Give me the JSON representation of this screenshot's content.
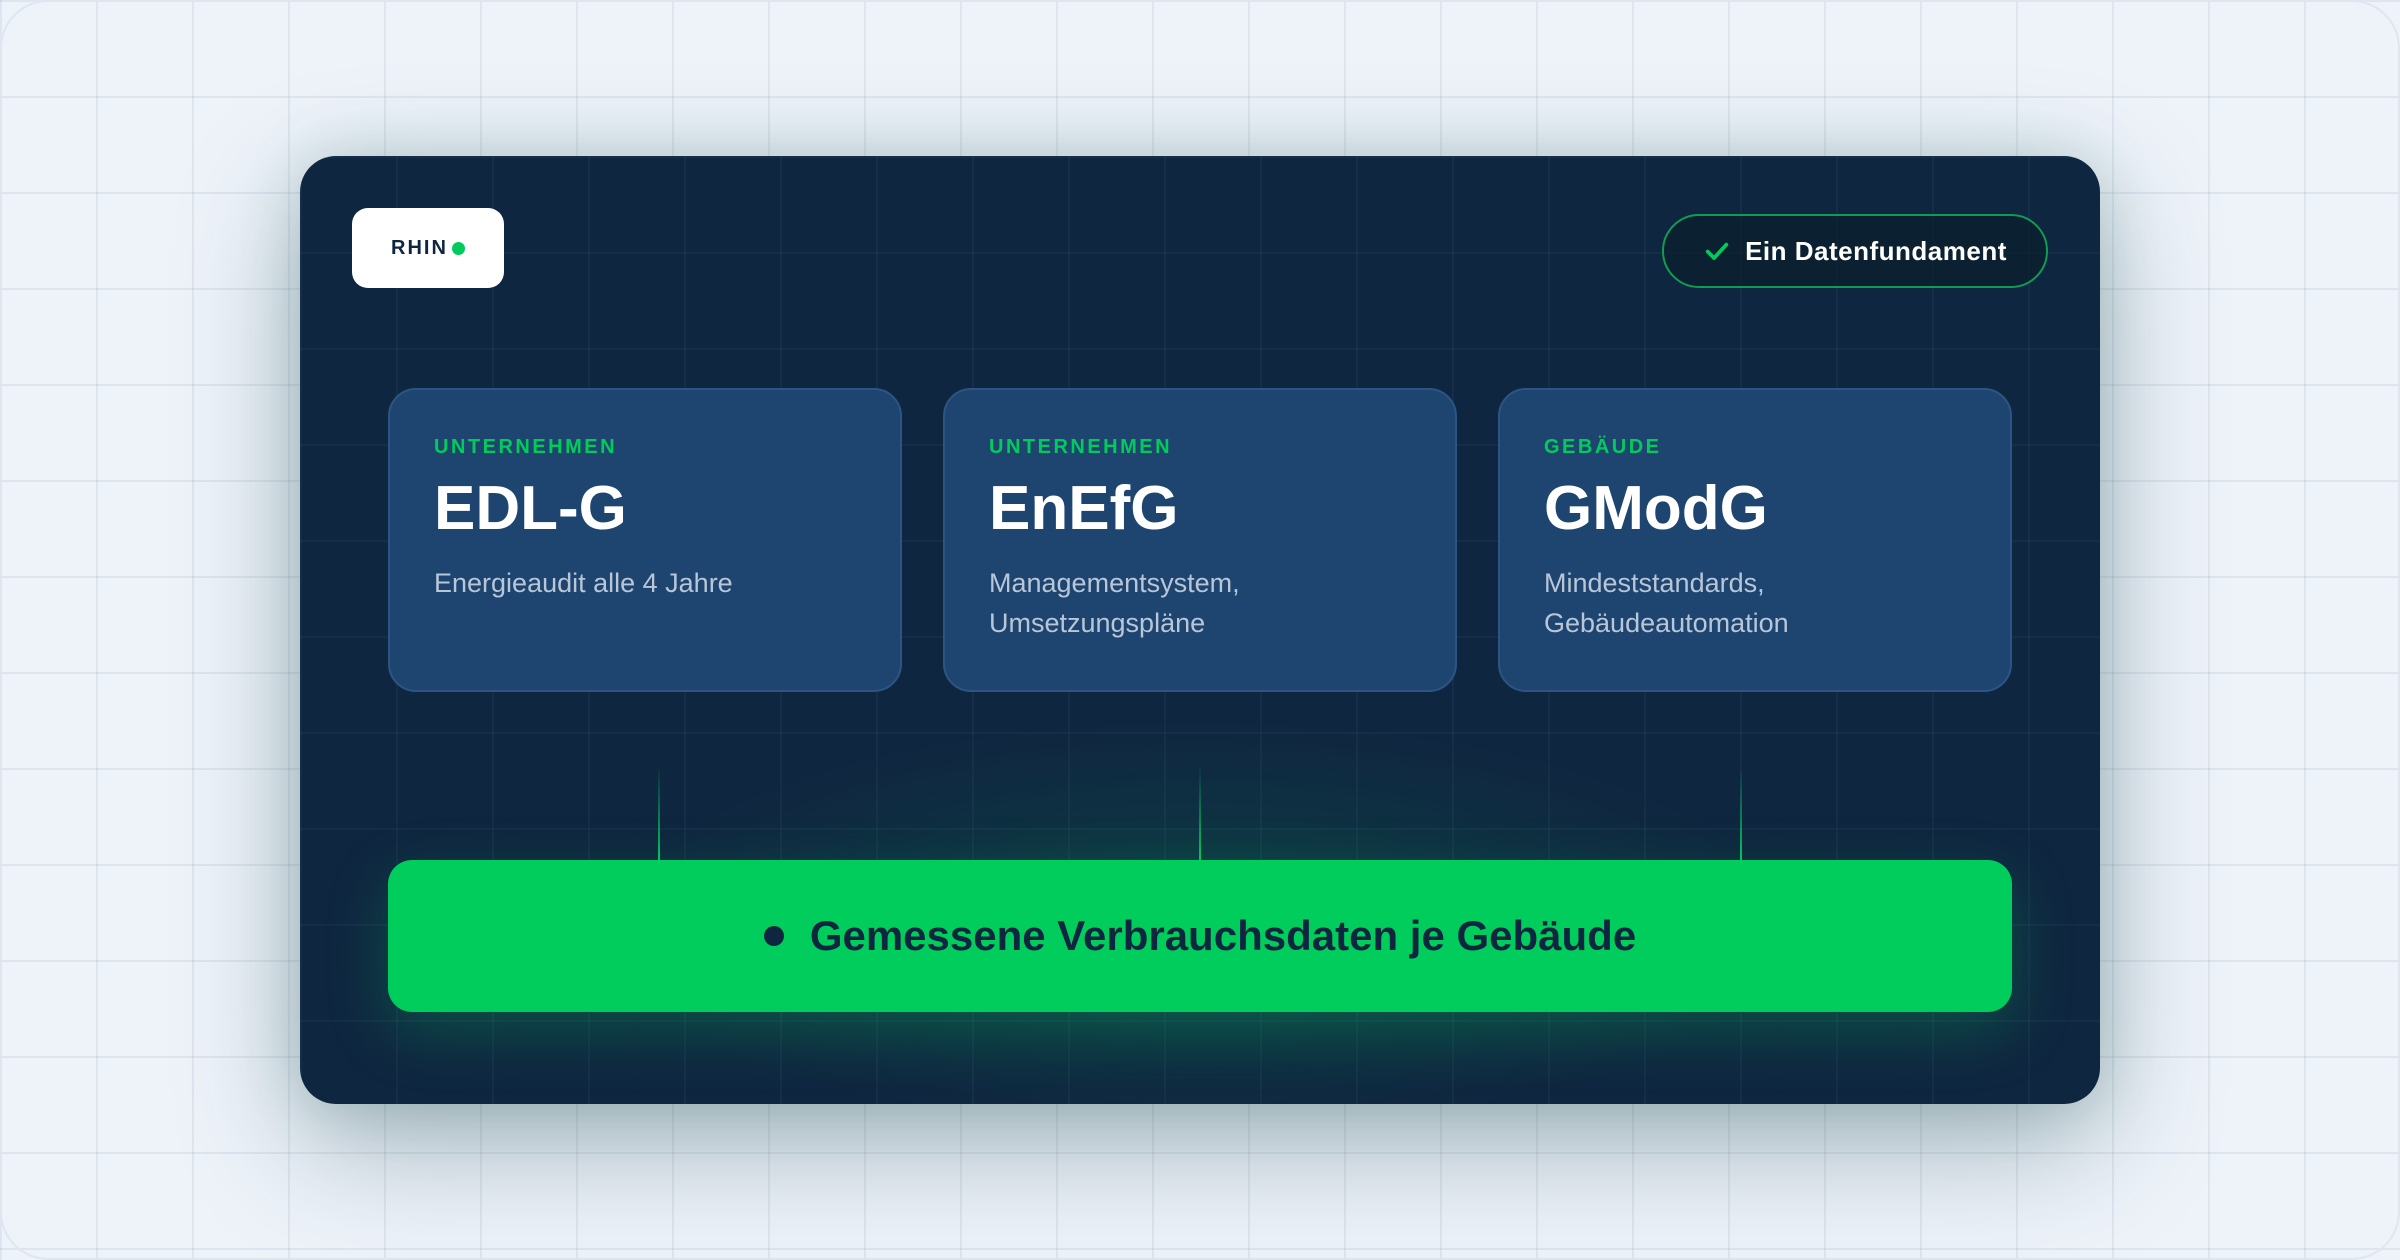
{
  "logo": {
    "text": "RHIN"
  },
  "badge": {
    "label": "Ein Datenfundament",
    "icon": "check-icon"
  },
  "cards": [
    {
      "eyebrow": "UNTERNEHMEN",
      "title": "EDL-G",
      "description": "Energieaudit alle 4 Jahre"
    },
    {
      "eyebrow": "UNTERNEHMEN",
      "title": "EnEfG",
      "description": "Managementsystem, Umsetzungspläne"
    },
    {
      "eyebrow": "GEBÄUDE",
      "title": "GModG",
      "description": "Mindeststandards, Gebäudeautomation"
    }
  ],
  "foundation": {
    "label": "Gemessene Verbrauchsdaten je Gebäude"
  },
  "colors": {
    "accent": "#00cd5c",
    "panel": "#0f2640",
    "card": "#1e4570",
    "background": "#eef3fa"
  }
}
